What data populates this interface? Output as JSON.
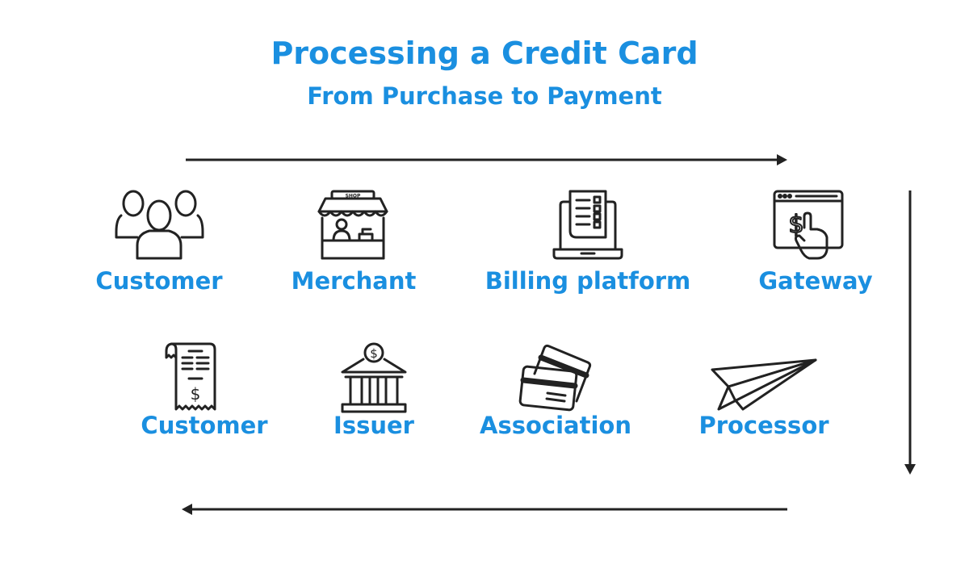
{
  "title": "Processing a Credit Card",
  "subtitle": "From Purchase to Payment",
  "colors": {
    "accent": "#1a8fe0",
    "line": "#222222"
  },
  "steps_top": [
    {
      "label": "Customer",
      "icon": "people-group-icon"
    },
    {
      "label": "Merchant",
      "icon": "shop-stall-icon",
      "icon_text": "SHOP"
    },
    {
      "label": "Billing platform",
      "icon": "laptop-invoice-icon"
    },
    {
      "label": "Gateway",
      "icon": "browser-dollar-click-icon"
    }
  ],
  "steps_bottom": [
    {
      "label": "Customer",
      "icon": "receipt-icon"
    },
    {
      "label": "Issuer",
      "icon": "bank-icon"
    },
    {
      "label": "Association",
      "icon": "credit-cards-icon"
    },
    {
      "label": "Processor",
      "icon": "paper-plane-icon"
    }
  ],
  "flow": [
    "right",
    "down",
    "left"
  ]
}
